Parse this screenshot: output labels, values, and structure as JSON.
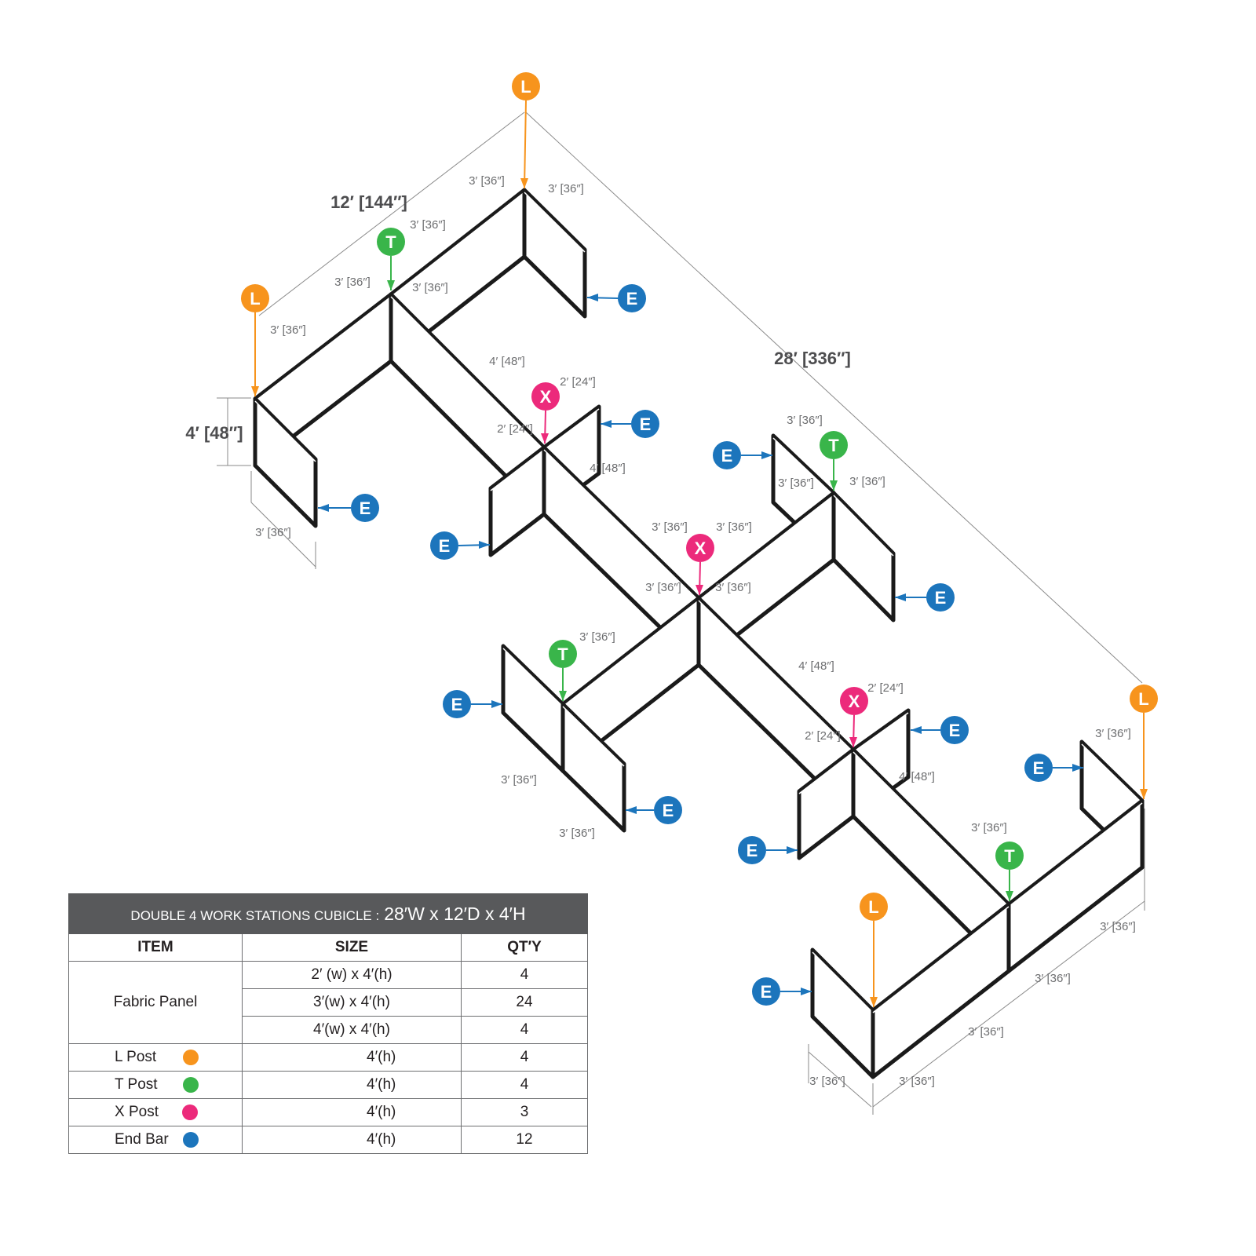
{
  "colors": {
    "l_post": "#F7941D",
    "t_post": "#39B54A",
    "x_post": "#EC2A7B",
    "end_bar": "#1C75BC",
    "header_bg": "#58595B"
  },
  "dimensions_overall": {
    "depth": "12′ [144″]",
    "width": "28′ [336″]",
    "height": "4′ [48″]"
  },
  "dimension_labels": [
    "3′ [36″]",
    "3′ [36″]",
    "3′ [36″]",
    "3′ [36″]",
    "3′ [36″]",
    "3′ [36″]",
    "4′ [48″]",
    "2′ [24″]",
    "2′ [24″]",
    "4′ [48″]",
    "3′ [36″]",
    "3′ [36″]",
    "3′ [36″]",
    "3′ [36″]",
    "3′ [36″]",
    "3′ [36″]",
    "3′ [36″]",
    "3′ [36″]",
    "3′ [36″]",
    "4′ [48″]",
    "2′ [24″]",
    "2′ [24″]",
    "4′ [48″]",
    "3′ [36″]",
    "3′ [36″]",
    "3′ [36″]",
    "3′ [36″]",
    "3′ [36″]",
    "3′ [36″]",
    "3′ [36″]",
    "3′ [36″]",
    "3′ [36″]"
  ],
  "markers": [
    {
      "letter": "L",
      "type": "l_post"
    },
    {
      "letter": "T",
      "type": "t_post"
    },
    {
      "letter": "L",
      "type": "l_post"
    },
    {
      "letter": "E",
      "type": "end_bar"
    },
    {
      "letter": "X",
      "type": "x_post"
    },
    {
      "letter": "E",
      "type": "end_bar"
    },
    {
      "letter": "E",
      "type": "end_bar"
    },
    {
      "letter": "E",
      "type": "end_bar"
    },
    {
      "letter": "E",
      "type": "end_bar"
    },
    {
      "letter": "T",
      "type": "t_post"
    },
    {
      "letter": "X",
      "type": "x_post"
    },
    {
      "letter": "E",
      "type": "end_bar"
    },
    {
      "letter": "T",
      "type": "t_post"
    },
    {
      "letter": "E",
      "type": "end_bar"
    },
    {
      "letter": "E",
      "type": "end_bar"
    },
    {
      "letter": "X",
      "type": "x_post"
    },
    {
      "letter": "E",
      "type": "end_bar"
    },
    {
      "letter": "L",
      "type": "l_post"
    },
    {
      "letter": "E",
      "type": "end_bar"
    },
    {
      "letter": "E",
      "type": "end_bar"
    },
    {
      "letter": "T",
      "type": "t_post"
    },
    {
      "letter": "L",
      "type": "l_post"
    },
    {
      "letter": "E",
      "type": "end_bar"
    }
  ],
  "table": {
    "title": "DOUBLE 4 WORK STATIONS  CUBICLE  :",
    "title_dims": "28′W x 12′D x 4′H",
    "headers": [
      "ITEM",
      "SIZE",
      "QT′Y"
    ],
    "fabric_panel": {
      "item": "Fabric Panel",
      "rows": [
        {
          "size": "2′ (w) x 4′(h)",
          "qty": "4"
        },
        {
          "size": "3′(w) x 4′(h)",
          "qty": "24"
        },
        {
          "size": "4′(w) x 4′(h)",
          "qty": "4"
        }
      ]
    },
    "posts": [
      {
        "item": "L Post",
        "size": "4′(h)",
        "qty": "4"
      },
      {
        "item": "T Post",
        "size": "4′(h)",
        "qty": "4"
      },
      {
        "item": "X Post",
        "size": "4′(h)",
        "qty": "3"
      },
      {
        "item": "End Bar",
        "size": "4′(h)",
        "qty": "12"
      }
    ]
  }
}
